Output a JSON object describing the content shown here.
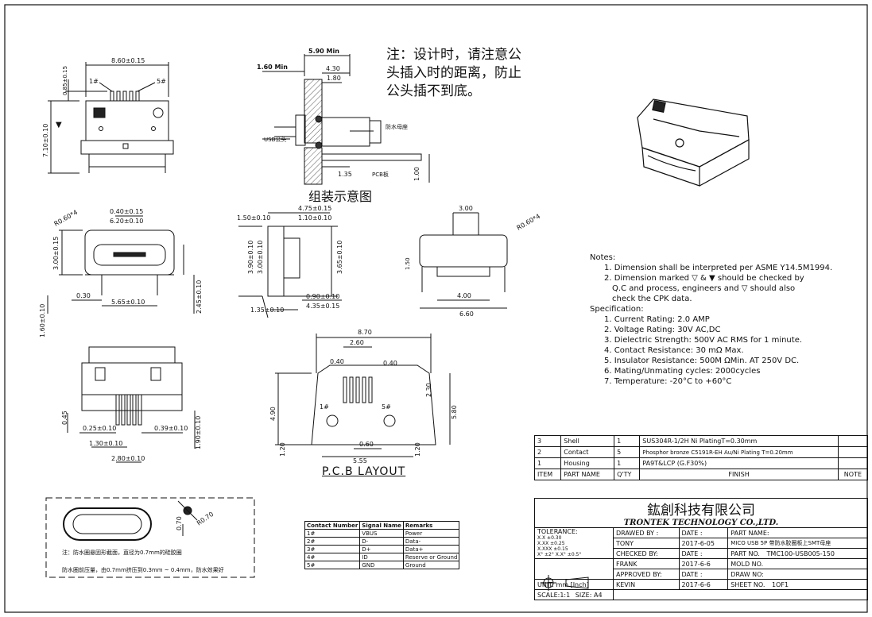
{
  "note_cn": {
    "line1": "注：设计时，请注意公",
    "line2": "头插入时的距离，防止",
    "line3": "公头插不到底。"
  },
  "assembly": {
    "caption": "组装示意图",
    "dim_5_90": "5.90 Min",
    "dim_1_60": "1.60 Min",
    "dim_4_30": "4.30",
    "dim_1_80": "1.80",
    "dim_1_35": "1.35",
    "dim_1_00": "1.00",
    "label_usb_male": "USB公头",
    "label_waterproof": "防水母座",
    "label_pcb": "PCB板"
  },
  "views": {
    "top_w": "8.60±0.15",
    "top_h": "7.10±0.10",
    "top_e": "0.85±0.15",
    "pin1": "1#",
    "pin5": "5#",
    "front_r": "R0.60*4",
    "front_top": "0.40±0.15",
    "front_top2": "6.20±0.10",
    "front_h": "3.00±0.15",
    "front_w": "5.65±0.10",
    "front_030": "0.30",
    "front_h2": "2.45±0.10",
    "front_h3": "1.60±0.10",
    "side_a": "1.50±0.10",
    "side_b": "4.75±0.15",
    "side_c": "1.10±0.10",
    "side_d": "3.90±0.10",
    "side_e": "3.00±0.10",
    "side_f": "3.65±0.10",
    "side_g": "0.90±0.10",
    "side_h": "4.35±0.15",
    "side_i": "1.35±0.10",
    "end_3": "3.00",
    "end_r": "R0.60*4",
    "end_4": "4.00",
    "end_6": "6.60",
    "end_lt": "1.50",
    "bot_045": "0.45",
    "bot_025": "0.25±0.10",
    "bot_039": "0.39±0.10",
    "bot_130": "1.30±0.10",
    "bot_280": "2.80±0.10",
    "bot_190": "1.90±0.10"
  },
  "pcb": {
    "caption": "P.C.B LAYOUT",
    "d870": "8.70",
    "d260": "2.60",
    "d040a": "0.40",
    "d040b": "0.40",
    "d230": "2.30",
    "d490": "4.90",
    "d580": "5.80",
    "d120a": "1.20",
    "d120b": "1.20",
    "d060": "0.60",
    "d555": "5.55",
    "pin1": "1#",
    "pin5": "5#"
  },
  "notes": {
    "title": "Notes:",
    "n1": "1. Dimension shall be interpreted per ASME Y14.5M1994.",
    "n2": "2. Dimension marked ▽ & ▼ should be checked by",
    "n2b": "Q.C and process, engineers and ▽ should also",
    "n2c": "check the CPK data.",
    "spec_title": "Specification:",
    "s1": "1. Current Rating: 2.0 AMP",
    "s2": "2. Voltage Rating: 30V AC,DC",
    "s3": "3. Dielectric Strength: 500V AC RMS for 1 minute.",
    "s4": "4. Contact Resistance: 30 mΩ Max.",
    "s5": "5. Insulator Resistance: 500M ΩMin. AT 250V DC.",
    "s6": "6. Mating/Unmating cycles: 2000cycles",
    "s7": "7. Temperature: -20°C to +60°C"
  },
  "bom": {
    "rows": [
      {
        "item": "3",
        "part": "Shell",
        "qty": "1",
        "finish": "SUS304R-1/2H  Ni  PlatingT=0.30mm",
        "note": ""
      },
      {
        "item": "2",
        "part": "Contact",
        "qty": "5",
        "finish": "Phosphor bronze C5191R-EH Au/Ni  Plating  T=0.20mm",
        "note": ""
      },
      {
        "item": "1",
        "part": "Housing",
        "qty": "1",
        "finish": "PA9T&LCP (G.F30%)",
        "note": ""
      }
    ],
    "header": {
      "item": "ITEM",
      "part": "PART  NAME",
      "qty": "Q'TY",
      "finish": "FINISH",
      "note": "NOTE"
    }
  },
  "title_block": {
    "company_cn": "鈜創科技有限公司",
    "company_en": "TRONTEK TECHNOLOGY CO.,LTD.",
    "tolerance": "TOLERANCE:",
    "tol1": "X.X    ±0.30",
    "tol2": "X.XX   ±0.25",
    "tol3": "X.XXX  ±0.15",
    "tol4": "X° ±2°    X.X° ±0.5°",
    "unit": "UNIT:  mm  [Inch]",
    "scale": "SCALE:1:1",
    "size": "SIZE:  A4",
    "drawed_by": "DRAWED  BY :",
    "drawed_name": "TONY",
    "checked_by": "CHECKED  BY:",
    "checked_name": "FRANK",
    "approved_by": "APPROVED  BY:",
    "approved_name": "KEVIN",
    "date_label": "DATE :",
    "date1": "2017-6-05",
    "date2": "2017-6-6",
    "date3": "2017-6-6",
    "part_name_label": "PART  NAME:",
    "part_name": "MICO USB 5P 带防水胶圈板上SMT母座",
    "part_no_label": "PART  NO.",
    "part_no": "TMC100-USB005-150",
    "mold_no": "MOLD  NO.",
    "draw_no": "DRAW  NO:",
    "sheet_no": "SHEET  NO.",
    "sheet": "1OF1"
  },
  "pins_table": {
    "header": [
      "Contact Number",
      "Signal Name",
      "Remarks"
    ],
    "rows": [
      [
        "1#",
        "VBUS",
        "Power"
      ],
      [
        "2#",
        "D-",
        "Data-"
      ],
      [
        "3#",
        "D+",
        "Data+"
      ],
      [
        "4#",
        "ID",
        "Reserve or Ground"
      ],
      [
        "5#",
        "GND",
        "Ground"
      ]
    ]
  },
  "gasket": {
    "dim_r": "R0.70",
    "dim_t": "0.70",
    "note1": "注：防水圈悬固形截面，直径为0.7mm的硅胶圈",
    "note2": "防水圈前压量，由0.7mm挤压到0.3mm ~ 0.4mm，防水效果好"
  }
}
